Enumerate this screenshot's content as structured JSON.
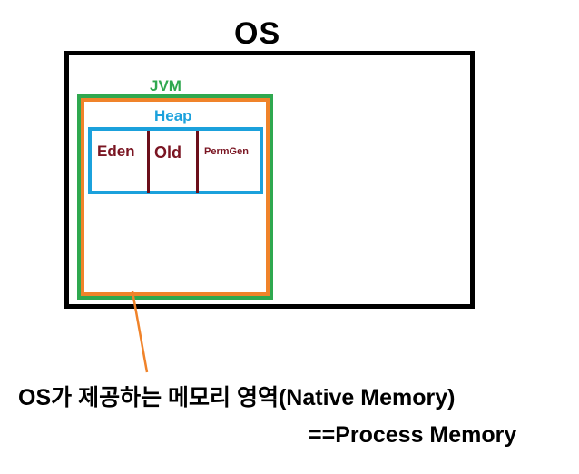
{
  "diagram": {
    "os": {
      "label": "OS",
      "color": "#000000"
    },
    "jvm": {
      "label": "JVM",
      "color": "#2fa84f"
    },
    "native_memory_border_color": "#f0832a",
    "heap": {
      "label": "Heap",
      "color": "#1ba1dc",
      "generations": [
        {
          "label": "Eden"
        },
        {
          "label": "Old"
        },
        {
          "label": "PermGen"
        }
      ],
      "generation_text_color": "#7a1522"
    },
    "caption": {
      "line1": "OS가 제공하는 메모리 영역(Native Memory)",
      "line2": "==Process Memory"
    }
  }
}
